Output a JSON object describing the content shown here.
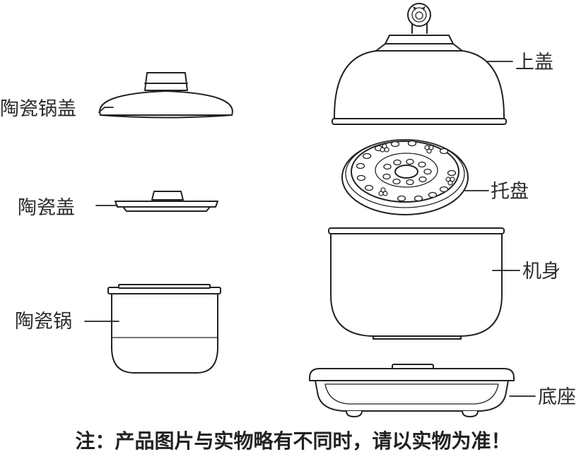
{
  "labels": {
    "ceramic_pot_lid": "陶瓷锅盖",
    "ceramic_lid": "陶瓷盖",
    "ceramic_pot": "陶瓷锅",
    "upper_lid": "上盖",
    "tray": "托盘",
    "body": "机身",
    "base": "底座"
  },
  "note": "注：产品图片与实物略有不同时，请以实物为准！",
  "colors": {
    "line": "#222222",
    "fill": "#ffffff",
    "text": "#2a2a2a"
  }
}
